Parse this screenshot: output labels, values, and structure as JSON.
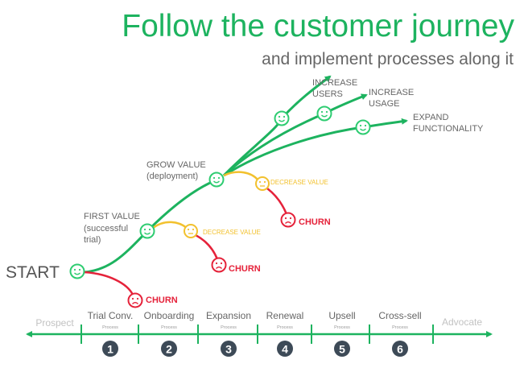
{
  "title": "Follow the customer journey",
  "subtitle": "and implement processes along it",
  "colors": {
    "green": "#1db35f",
    "yellow": "#f2c12e",
    "red": "#e5223a",
    "gray": "#666666",
    "light_gray": "#c2c2c2",
    "badge": "#3d4a57"
  },
  "journey": {
    "start": "START",
    "first_value": [
      "FIRST VALUE",
      "(successful",
      "trial)"
    ],
    "grow_value": [
      "GROW VALUE",
      "(deployment)"
    ],
    "increase_users": [
      "INCREASE",
      "USERS"
    ],
    "increase_usage": [
      "INCREASE",
      "USAGE"
    ],
    "expand": [
      "EXPAND",
      "FUNCTIONALITY"
    ],
    "decrease_value": "DECREASE VALUE",
    "churn": "CHURN"
  },
  "timeline": {
    "start_label": "Prospect",
    "end_label": "Advocate",
    "stages": [
      {
        "name": "Trial Conv.",
        "sub": "Process",
        "num": "1"
      },
      {
        "name": "Onboarding",
        "sub": "Process",
        "num": "2"
      },
      {
        "name": "Expansion",
        "sub": "Process",
        "num": "3"
      },
      {
        "name": "Renewal",
        "sub": "Process",
        "num": "4"
      },
      {
        "name": "Upsell",
        "sub": "Process",
        "num": "5"
      },
      {
        "name": "Cross-sell",
        "sub": "Process",
        "num": "6"
      }
    ]
  }
}
